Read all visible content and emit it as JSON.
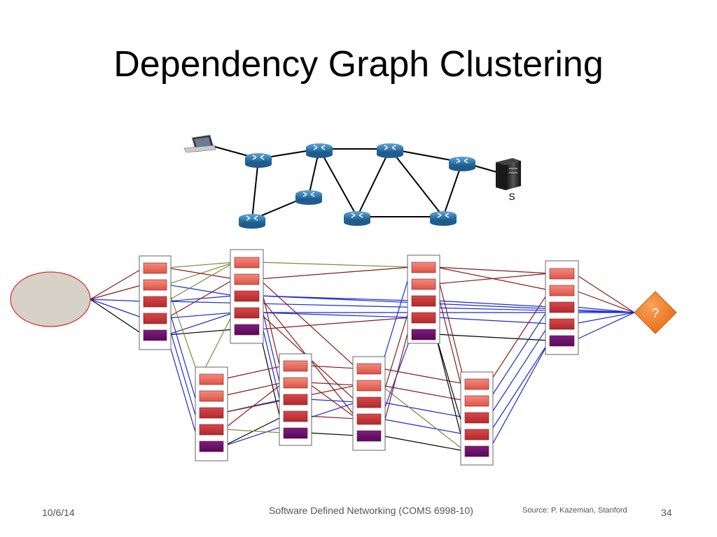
{
  "slide": {
    "title": "Dependency Graph Clustering",
    "server_label": "S",
    "target_label": "?"
  },
  "footer": {
    "date": "10/6/14",
    "course": "Software Defined Networking (COMS 6998-10)",
    "source": "Source: P. Kazemian, Stanford",
    "page": "34"
  },
  "colors": {
    "background": "#ffffff",
    "router": "#2f7ab3",
    "rule_light": "#ec6b5e",
    "rule_dark": "#c8383b",
    "rule_purple": "#6a0f6c",
    "edge_red": "#8b1a1a",
    "edge_blue": "#1a2bd6",
    "edge_olive": "#7a8e3a",
    "edge_black": "#000000",
    "ellipse_fill": "#d6d2c7",
    "ellipse_stroke": "#e0282c",
    "target_fill": "#ef7d22"
  },
  "icons": [
    "laptop-icon",
    "router-icon",
    "server-icon"
  ]
}
